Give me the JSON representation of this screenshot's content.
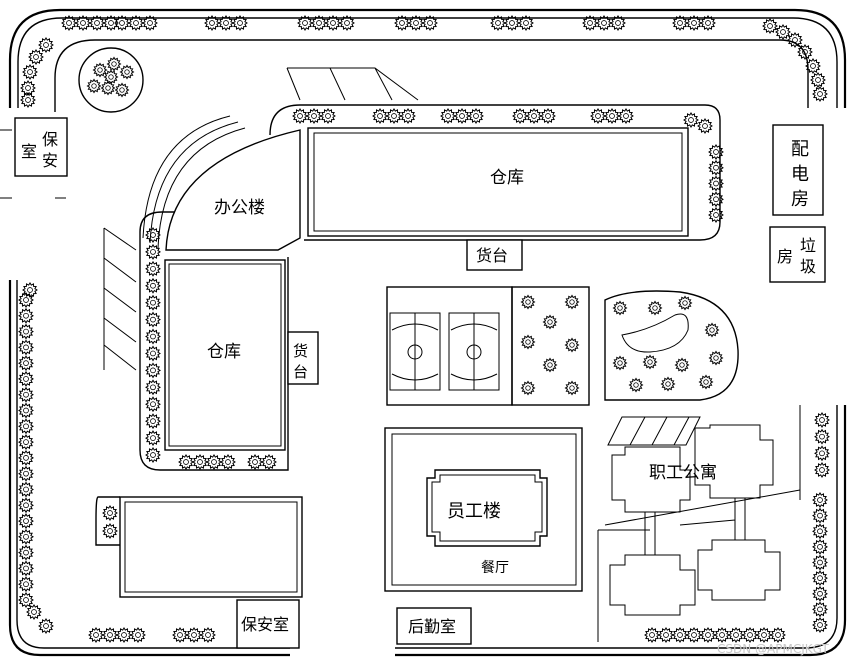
{
  "labels": {
    "security_room_left": [
      "保",
      "安",
      "室"
    ],
    "office_building": "办公楼",
    "warehouse_top": "仓库",
    "loading_dock_top": "货台",
    "power_room": [
      "配",
      "电",
      "房"
    ],
    "garbage_room": [
      "垃",
      "圾",
      "房"
    ],
    "warehouse_left": "仓库",
    "loading_dock_left": [
      "货",
      "台"
    ],
    "staff_building": "员工楼",
    "canteen": "餐厅",
    "staff_apartment": "职工公寓",
    "security_room_bottom": "保安室",
    "logistics_room": "后勤室"
  },
  "watermark": "CSDN @APMCJKGT",
  "colors": {
    "line": "#000000",
    "background": "#ffffff",
    "watermark": "#c9c9c9"
  }
}
